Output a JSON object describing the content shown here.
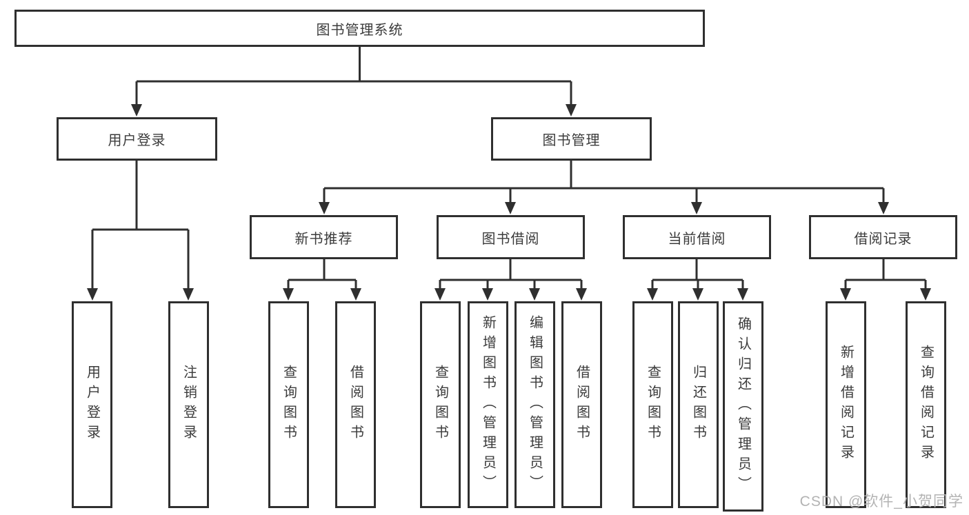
{
  "diagram": {
    "title": "图书管理系统",
    "type": "hierarchy-tree",
    "tree": {
      "root": {
        "label": "图书管理系统"
      },
      "level2": [
        {
          "label": "用户登录"
        },
        {
          "label": "图书管理"
        }
      ],
      "level3": [
        {
          "label": "新书推荐",
          "parent": "图书管理"
        },
        {
          "label": "图书借阅",
          "parent": "图书管理"
        },
        {
          "label": "当前借阅",
          "parent": "图书管理"
        },
        {
          "label": "借阅记录",
          "parent": "图书管理"
        }
      ],
      "leaves": [
        {
          "label": "用户登录",
          "parent": "用户登录"
        },
        {
          "label": "注销登录",
          "parent": "用户登录"
        },
        {
          "label": "查询图书",
          "parent": "新书推荐"
        },
        {
          "label": "借阅图书",
          "parent": "新书推荐"
        },
        {
          "label": "查询图书",
          "parent": "图书借阅"
        },
        {
          "label": "新增图书（管理员）",
          "parent": "图书借阅"
        },
        {
          "label": "编辑图书（管理员）",
          "parent": "图书借阅"
        },
        {
          "label": "借阅图书",
          "parent": "图书借阅"
        },
        {
          "label": "查询图书",
          "parent": "当前借阅"
        },
        {
          "label": "归还图书",
          "parent": "当前借阅"
        },
        {
          "label": "确认归还（管理员）",
          "parent": "当前借阅"
        },
        {
          "label": "新增借阅记录",
          "parent": "借阅记录"
        },
        {
          "label": "查询借阅记录",
          "parent": "借阅记录"
        }
      ]
    },
    "colors": {
      "line": "#2f2f2f",
      "border": "#2f2f2f",
      "text": "#3b3b3b",
      "background": "#ffffff",
      "watermark": "#b3b3b3"
    }
  },
  "watermark": {
    "text": "CSDN @软件_小贺同学"
  }
}
